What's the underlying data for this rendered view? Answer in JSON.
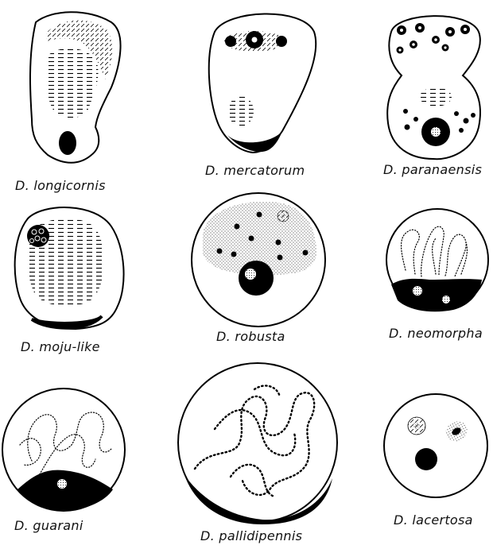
{
  "labels": {
    "longicornis": "D. longicornis",
    "mercatorum": "D. mercatorum",
    "paranaensis": "D. paranaensis",
    "moju_like": "D. moju-like",
    "robusta": "D. robusta",
    "neomorpha": "D. neomorpha",
    "guarani": "D. guarani",
    "pallidipennis": "D. pallidipennis",
    "lacertosa": "D. lacertosa"
  }
}
